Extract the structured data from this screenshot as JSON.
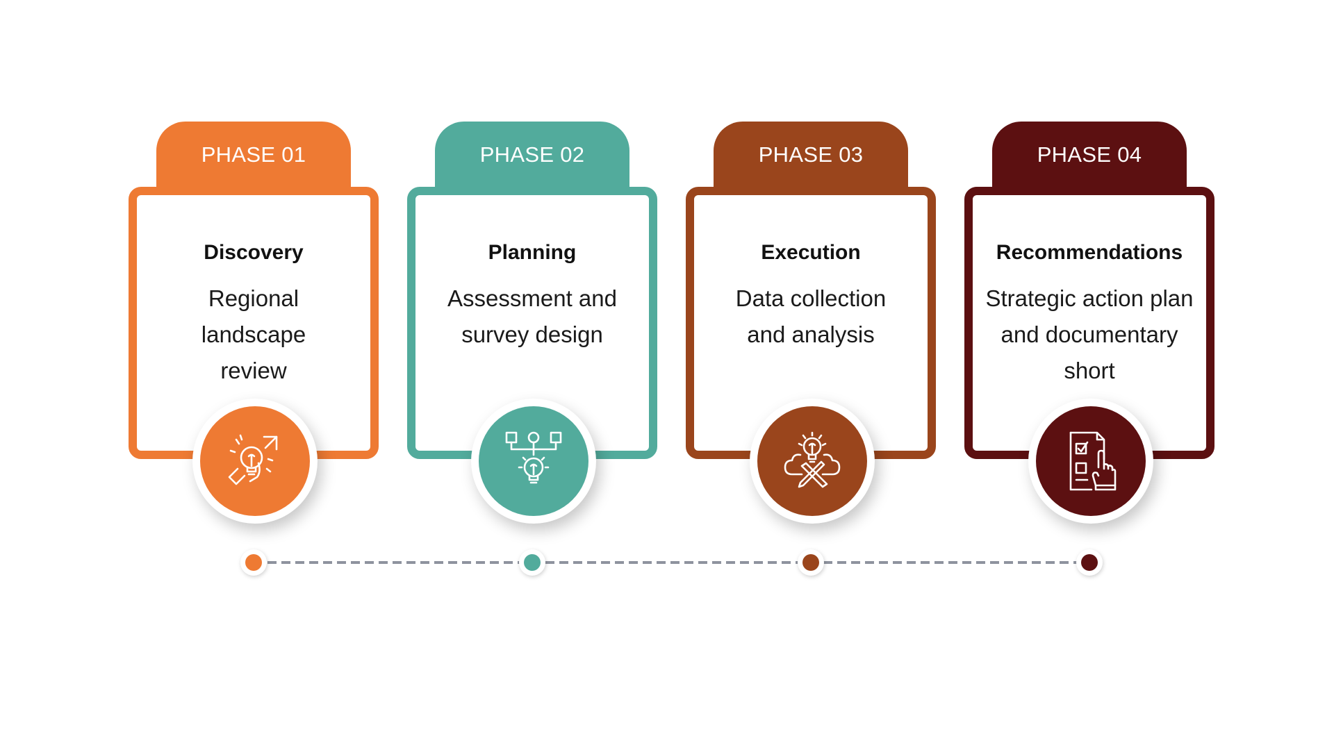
{
  "colors": {
    "phase_01": "#EE7A33",
    "phase_02": "#52AB9C",
    "phase_03": "#9A451C",
    "phase_04": "#5C1011",
    "timeline_dash": "#8E939E"
  },
  "phases": [
    {
      "tab_label": "PHASE 01",
      "title": "Discovery",
      "description": "Regional landscape review",
      "icon": "lightbulb-growth-arrow-icon"
    },
    {
      "tab_label": "PHASE 02",
      "title": "Planning",
      "description": "Assessment and survey design",
      "icon": "lightbulb-flowchart-icon"
    },
    {
      "tab_label": "PHASE 03",
      "title": "Execution",
      "description": "Data collection and analysis",
      "icon": "cloud-lightbulb-tools-icon"
    },
    {
      "tab_label": "PHASE 04",
      "title": "Recommendations",
      "description": "Strategic action plan and documentary short",
      "icon": "checklist-hand-icon"
    }
  ]
}
